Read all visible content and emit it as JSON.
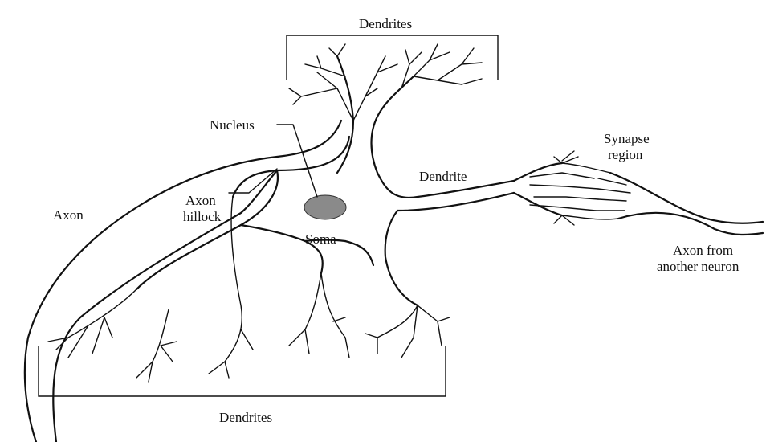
{
  "labels": {
    "dendrites_top": "Dendrites",
    "nucleus": "Nucleus",
    "synapse_line1": "Synapse",
    "synapse_line2": "region",
    "dendrite": "Dendrite",
    "axon": "Axon",
    "axon_hillock_line1": "Axon",
    "axon_hillock_line2": "hillock",
    "soma": "Soma",
    "axon_from_line1": "Axon from",
    "axon_from_line2": "another neuron",
    "dendrites_bottom": "Dendrites"
  },
  "colors": {
    "ink": "#111111",
    "nucleus_fill": "#8a8a8a",
    "background": "#ffffff"
  }
}
